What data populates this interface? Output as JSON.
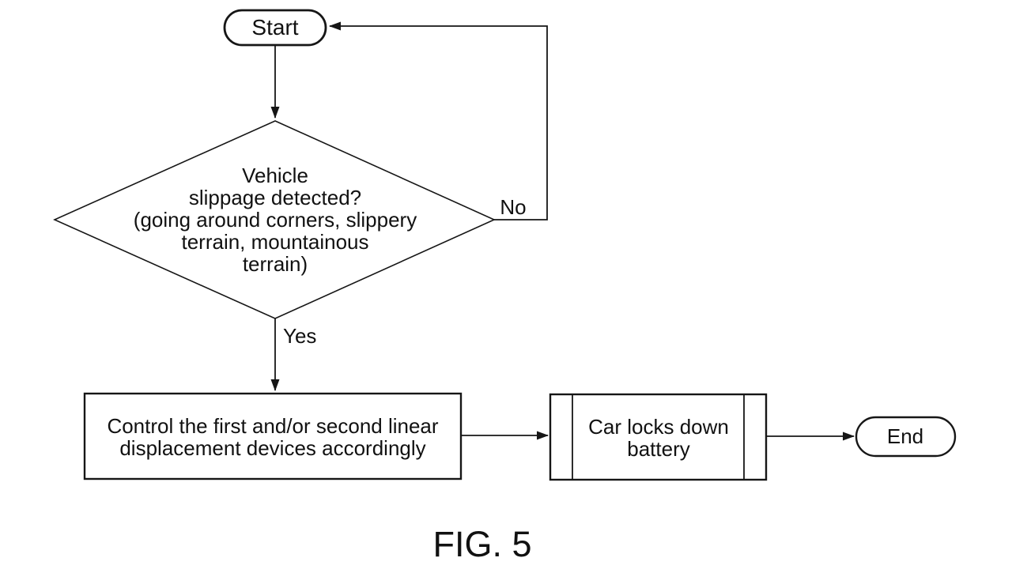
{
  "colors": {
    "background": "#ffffff",
    "line": "#161616",
    "text": "#111111"
  },
  "figure_caption": "FIG. 5",
  "flowchart": {
    "start_label": "Start",
    "decision_lines": [
      "Vehicle",
      "slippage detected?",
      "(going around corners, slippery",
      "terrain, mountainous",
      "terrain)"
    ],
    "no_label": "No",
    "yes_label": "Yes",
    "control_lines": [
      "Control the first and/or second linear",
      "displacement devices accordingly"
    ],
    "lock_lines": [
      "Car locks down",
      "battery"
    ],
    "end_label": "End"
  }
}
